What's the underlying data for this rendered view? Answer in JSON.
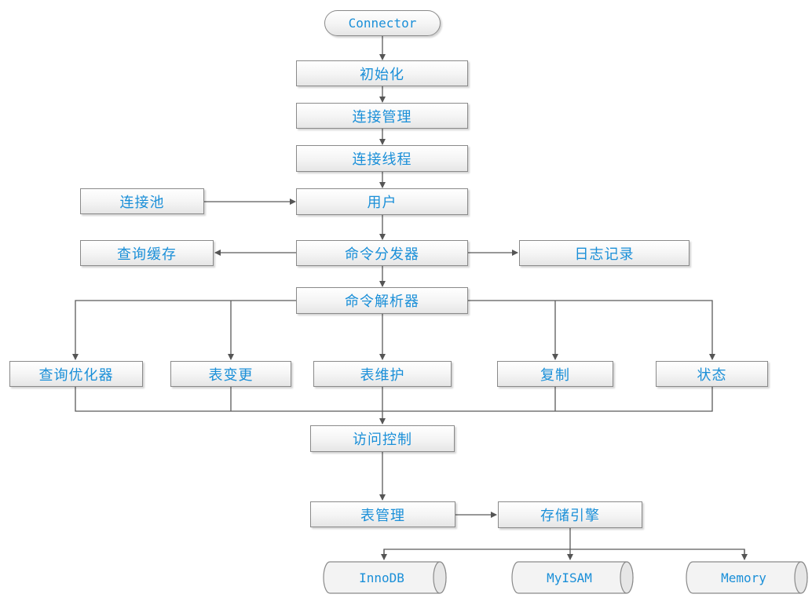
{
  "diagram": {
    "connector": "Connector",
    "init": "初始化",
    "conn_mgmt": "连接管理",
    "conn_thread": "连接线程",
    "conn_pool": "连接池",
    "user": "用户",
    "query_cache": "查询缓存",
    "dispatcher": "命令分发器",
    "logging": "日志记录",
    "parser": "命令解析器",
    "optimizer": "查询优化器",
    "table_alter": "表变更",
    "table_maint": "表维护",
    "replication": "复制",
    "status": "状态",
    "access_control": "访问控制",
    "table_mgmt": "表管理",
    "storage_engine": "存储引擎",
    "engines": [
      "InnoDB",
      "MyISAM",
      "Memory"
    ]
  },
  "colors": {
    "text": "#1a8fd8",
    "border": "#8a8a8a",
    "line": "#5a5a5a"
  }
}
